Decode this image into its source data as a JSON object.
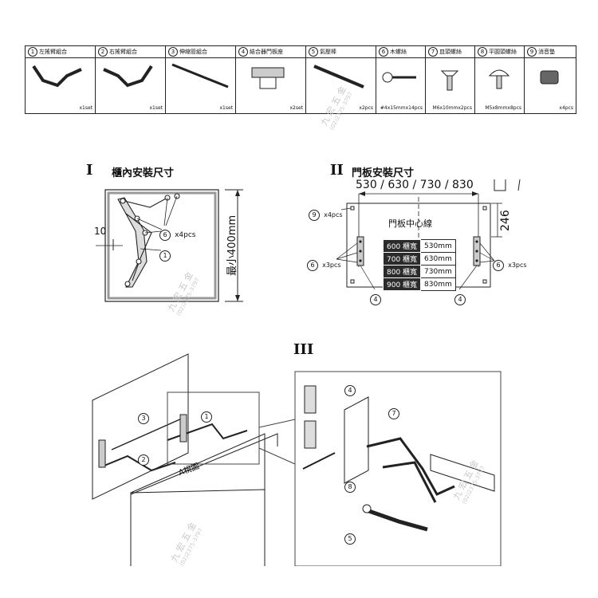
{
  "parts": [
    {
      "num": "1",
      "name": "左搖臂組合",
      "qty": "x1set",
      "icon": "left-arm-icon"
    },
    {
      "num": "2",
      "name": "右搖臂組合",
      "qty": "x1set",
      "icon": "right-arm-icon"
    },
    {
      "num": "3",
      "name": "伸縮管組合",
      "qty": "x1set",
      "icon": "telescopic-tube-icon"
    },
    {
      "num": "4",
      "name": "結合器門板座",
      "qty": "x2set",
      "icon": "connector-base-icon"
    },
    {
      "num": "5",
      "name": "氣壓棒",
      "qty": "x2pcs",
      "icon": "gas-strut-icon"
    },
    {
      "num": "6",
      "name": "木螺絲",
      "qty": "#4x15mmx14pcs",
      "icon": "wood-screw-icon"
    },
    {
      "num": "7",
      "name": "皿頭螺絲",
      "qty": "M6x10mmx2pcs",
      "icon": "flat-screw-icon"
    },
    {
      "num": "8",
      "name": "平圓頭螺絲",
      "qty": "M5x8mmx8pcs",
      "icon": "round-screw-icon"
    },
    {
      "num": "9",
      "name": "消音墊",
      "qty": "x4pcs",
      "icon": "damper-pad-icon"
    }
  ],
  "section1": {
    "roman": "I",
    "title": "櫃內安裝尺寸",
    "dim_left": "10",
    "dim_height": "最小400mm",
    "callout_6": "x4pcs",
    "num_6": "6",
    "num_1": "1"
  },
  "section2": {
    "roman": "II",
    "title": "門板安裝尺寸",
    "widths": "530 / 630 / 730 / 830",
    "dim_side": "246",
    "center_line": "門板中心線",
    "callout_9": "x4pcs",
    "callout_6a": "x3pcs",
    "callout_6b": "x3pcs",
    "num_9": "9",
    "num_6": "6",
    "num_4": "4",
    "table": [
      {
        "cab": "600 櫃寬",
        "door": "530mm"
      },
      {
        "cab": "700 櫃寬",
        "door": "630mm"
      },
      {
        "cab": "800 櫃寬",
        "door": "730mm"
      },
      {
        "cab": "900 櫃寬",
        "door": "830mm"
      }
    ]
  },
  "section3": {
    "roman": "III",
    "view_a": "A視圖",
    "num_1": "1",
    "num_2": "2",
    "num_3": "3",
    "num_4": "4",
    "num_5": "5",
    "num_7": "7",
    "num_8": "8"
  },
  "watermark": {
    "name": "九 宏 五 金",
    "phone": "(02)2375-3797"
  }
}
